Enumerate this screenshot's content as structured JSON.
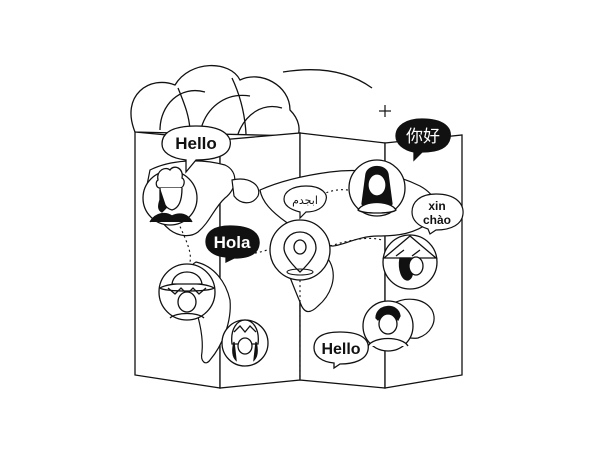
{
  "illustration": {
    "greetings": {
      "hello_top": "Hello",
      "nihao": "你好",
      "arabic": "ابجدم",
      "xin": "xin",
      "chao": "chào",
      "hola": "Hola",
      "hello_bottom": "Hello"
    },
    "colors": {
      "line": "#111111",
      "fill": "#ffffff",
      "dark_bubble": "#111111",
      "dark_text": "#ffffff"
    }
  }
}
